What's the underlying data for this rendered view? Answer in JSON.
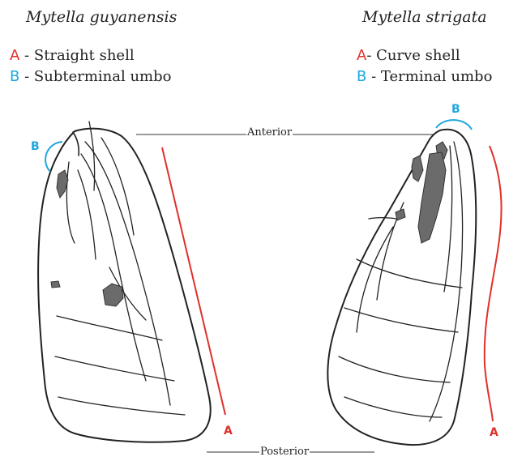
{
  "species": {
    "left": "Mytella guyanensis",
    "right": "Mytella strigata"
  },
  "legend_left": [
    {
      "key": "A",
      "sep": " - ",
      "text": "Straight shell"
    },
    {
      "key": "B",
      "sep": " - ",
      "text": "Subterminal umbo"
    }
  ],
  "legend_right": [
    {
      "key": "A",
      "sep": "- ",
      "text": "Curve shell"
    },
    {
      "key": "B",
      "sep": " - ",
      "text": "Terminal umbo"
    }
  ],
  "labels": {
    "anterior": "Anterior",
    "posterior": "Posterior"
  },
  "markers": {
    "left_b": "B",
    "left_a": "A",
    "right_b": "B",
    "right_a": "A"
  },
  "colors": {
    "a_marker": "#e0302a",
    "b_marker": "#1ea7e0"
  }
}
